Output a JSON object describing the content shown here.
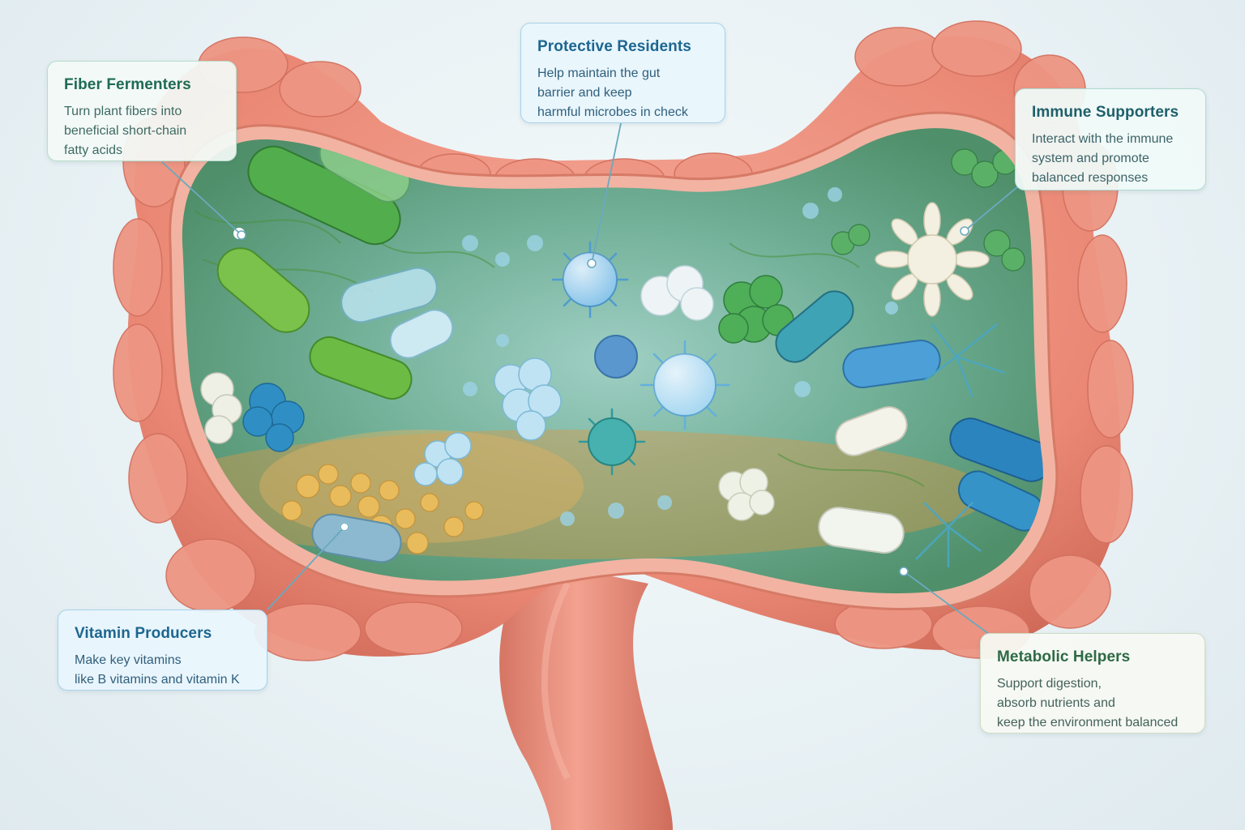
{
  "labels": {
    "fiber": {
      "title": "Fiber Fermenters",
      "text": "Turn plant fibers into\nbeneficial short-chain\nfatty acids"
    },
    "protective": {
      "title": "Protective Residents",
      "text": "Help maintain the gut\nbarrier and keep\nharmful microbes in check"
    },
    "immune": {
      "title": "Immune Supporters",
      "text": "Interact with the immune\nsystem and promote\nbalanced responses"
    },
    "vitamin": {
      "title": "Vitamin Producers",
      "text": "Make key vitamins\nlike B vitamins and vitamin K"
    },
    "metabolic": {
      "title": "Metabolic Helpers",
      "text": "Support digestion,\nabsorb nutrients and\nkeep the environment balanced"
    }
  },
  "colors": {
    "intestine": "#ec8f7c",
    "intestine_dark": "#c9644f",
    "green_microbe": "#5fb84a",
    "blue_microbe": "#6fb6de",
    "teal_microbe": "#3ea6a8",
    "white_microbe": "#f1f2ea",
    "yellow_microbe": "#e7b75a",
    "leader_line": "#6aa9bf"
  }
}
